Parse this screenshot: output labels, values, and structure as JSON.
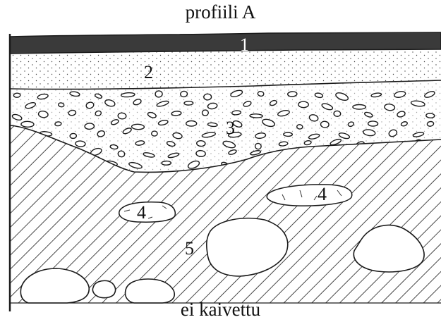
{
  "title": "profiili A",
  "footer": "ei kaivettu",
  "layers": [
    {
      "id": "1",
      "label": "1"
    },
    {
      "id": "2",
      "label": "2"
    },
    {
      "id": "3",
      "label": "3"
    },
    {
      "id": "4a",
      "label": "4"
    },
    {
      "id": "4b",
      "label": "4"
    },
    {
      "id": "5",
      "label": "5"
    }
  ]
}
